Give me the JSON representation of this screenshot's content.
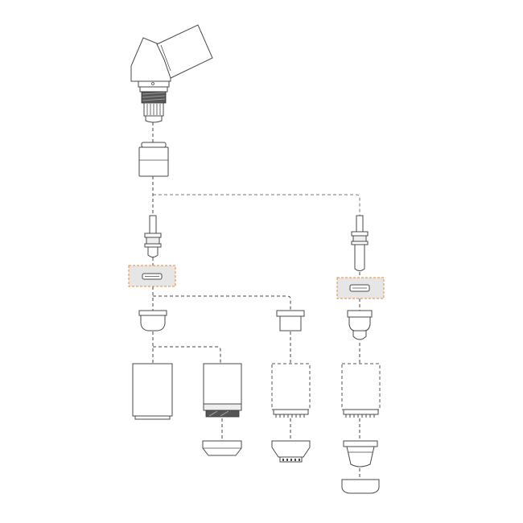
{
  "diagram": {
    "type": "exploded-assembly",
    "colors": {
      "line": "#4a4a4a",
      "highlight_fill": "#e6e6e6",
      "highlight_border": "#e8893a",
      "background": "#ffffff"
    },
    "highlighted_components": 2,
    "branches": 4
  }
}
